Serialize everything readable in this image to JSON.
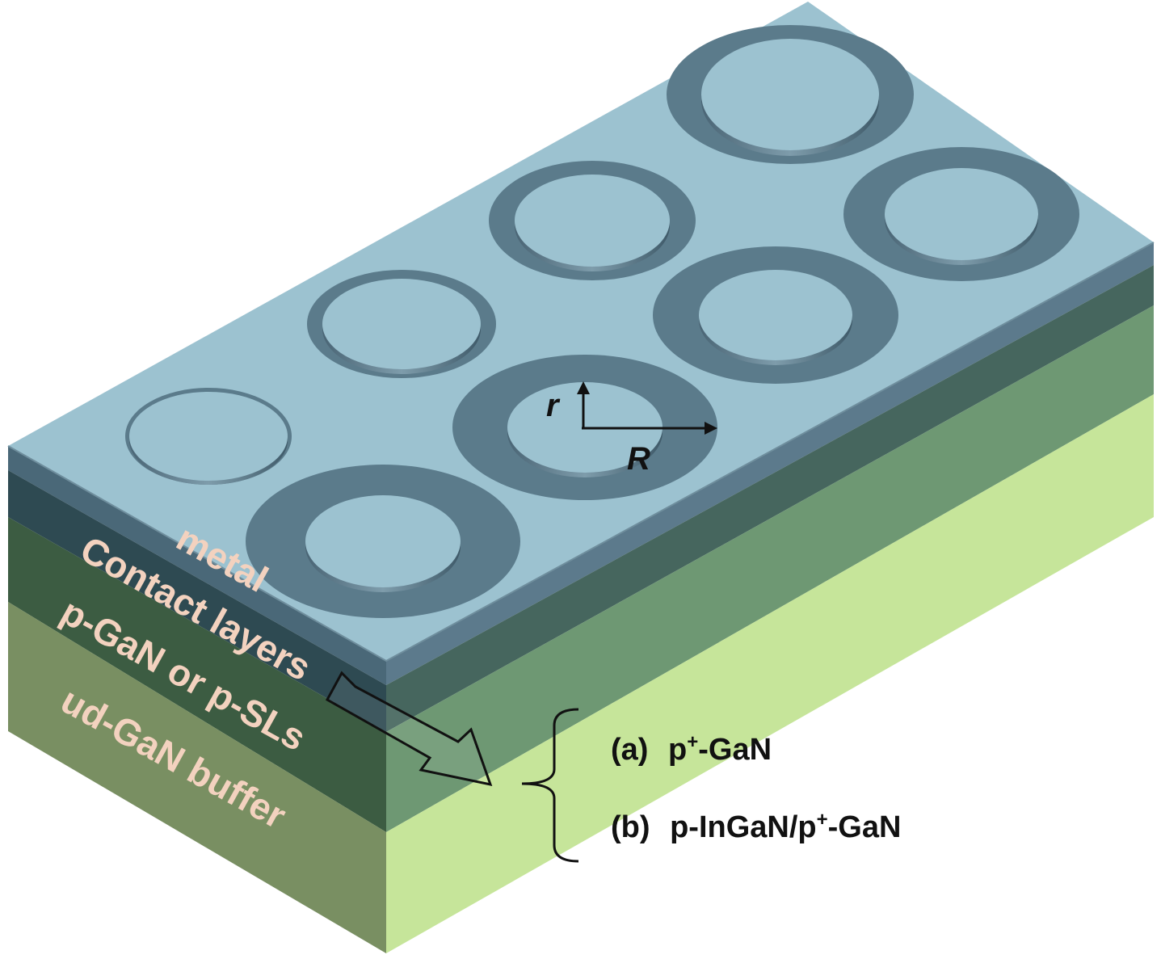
{
  "colors": {
    "top_surface": "#9cc2d0",
    "metal_side_right": "#5c7a8c",
    "metal_side_left": "#4a6878",
    "contact_side_left": "#2e4a52",
    "contact_side_right": "#46665e",
    "pgan_side_left": "#3c5c42",
    "pgan_side_right": "#6e9873",
    "buffer_side_left": "#798f62",
    "buffer_side_right": "#c6e59a",
    "ring": "#5b7b8b",
    "label_text": "#f3d2bf",
    "annotation_text": "#111111"
  },
  "layer_labels": {
    "metal": "metal",
    "contact": "Contact layers",
    "pgan": "p-GaN  or p-SLs",
    "buffer": "ud-GaN buffer"
  },
  "dimension_labels": {
    "inner_radius": "r",
    "outer_radius": "R"
  },
  "contact_options": {
    "a": {
      "prefix": "(a)",
      "parts": [
        "p",
        "+",
        "-GaN"
      ]
    },
    "b": {
      "prefix": "(b)",
      "parts": [
        "p-InGaN/p",
        "+",
        "-GaN"
      ]
    }
  },
  "electrodes": {
    "count": 8,
    "icon": "ring-electrode-icon"
  }
}
